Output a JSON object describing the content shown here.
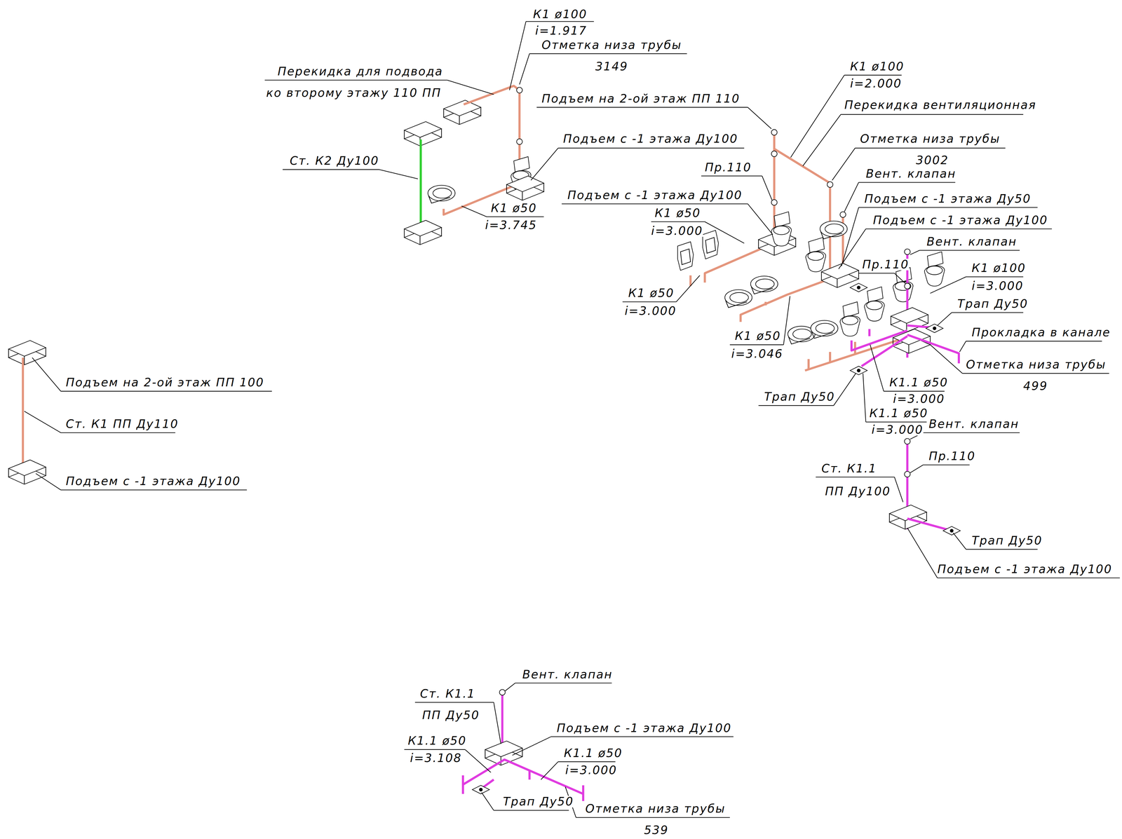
{
  "diagram": {
    "labels": [
      "К1 ø100",
      "i=1.917",
      "Отметка низа трубы",
      "3149",
      "Перекидка для подвода",
      "ко второму этажу 110 ПП",
      "К1 ø100",
      "i=2.000",
      "Перекидка вентиляционная",
      "Подъем на 2-ой этаж ПП 110",
      "Отметка низа трубы",
      "3002",
      "Подъем с -1 этажа Ду100",
      "Ст. К2 Ду100",
      "Пр.110",
      "Вент. клапан",
      "Подъем с -1 этажа Ду100",
      "Подъем с -1 этажа Ду50",
      "К1 ø50",
      "i=3.745",
      "К1 ø50",
      "i=3.000",
      "Подъем с -1 этажа Ду100",
      "Вент. клапан",
      "Пр.110",
      "К1 ø100",
      "i=3.000",
      "К1 ø50",
      "i=3.000",
      "Трап Ду50",
      "К1 ø50",
      "i=3.046",
      "Прокладка в канале",
      "Отметка низа трубы",
      "499",
      "Подъем на 2-ой этаж ПП 100",
      "К1.1 ø50",
      "i=3.000",
      "Трап Ду50",
      "К1.1 ø50",
      "i=3.000",
      "Вент. клапан",
      "Ст. К1 ПП Ду110",
      "Пр.110",
      "Ст. К1.1",
      "ПП Ду100",
      "Подъем с -1 этажа Ду100",
      "Трап Ду50",
      "Подъем с -1 этажа Ду100",
      "Вент. клапан",
      "Ст. К1.1",
      "ПП Ду50",
      "Подъем с -1 этажа Ду100",
      "К1.1 ø50",
      "i=3.108",
      "К1.1 ø50",
      "i=3.000",
      "Трап Ду50",
      "Отметка низа трубы",
      "539"
    ]
  }
}
